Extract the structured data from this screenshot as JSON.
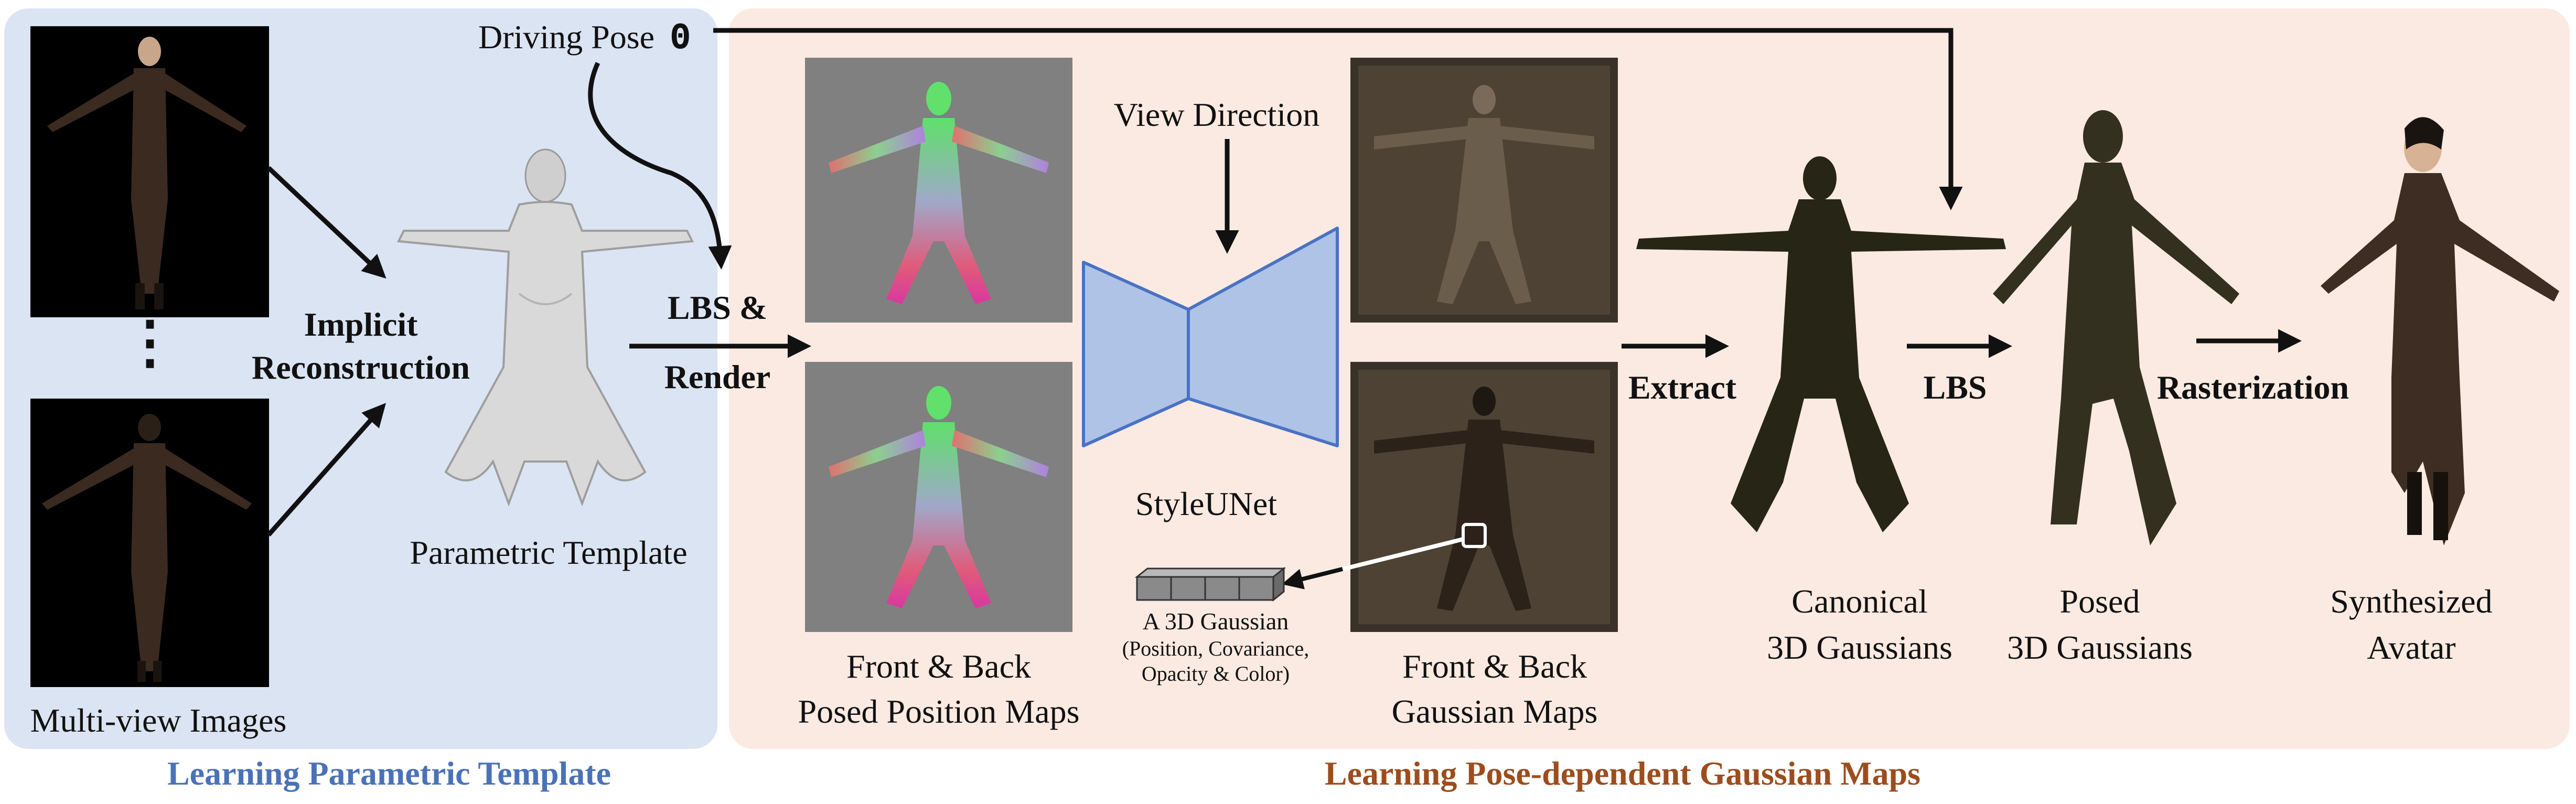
{
  "labels": {
    "driving_pose": "Driving Pose",
    "theta_symbol": "Θ",
    "implicit": "Implicit",
    "reconstruction": "Reconstruction",
    "parametric_template": "Parametric Template",
    "multiview_images": "Multi-view Images",
    "lbs_and": "LBS &",
    "render": "Render",
    "view_direction": "View Direction",
    "styleunet": "StyleUNet",
    "a_3d_gaussian": "A 3D Gaussian",
    "gaussian_attr_1": "(Position, Covariance,",
    "gaussian_attr_2": "Opacity & Color)",
    "front_back": "Front & Back",
    "posed_position_maps": "Posed Position Maps",
    "gaussian_maps": "Gaussian Maps",
    "extract": "Extract",
    "lbs": "LBS",
    "rasterization": "Rasterization",
    "canonical": "Canonical",
    "three_d_gaussians": "3D Gaussians",
    "posed": "Posed",
    "synthesized": "Synthesized",
    "avatar": "Avatar",
    "ellipsis": "⋮"
  },
  "sections": {
    "left_title": "Learning Parametric Template",
    "right_title": "Learning Pose-dependent Gaussian Maps"
  },
  "colors": {
    "left_panel_bg": "#dbe4f3",
    "right_panel_bg": "#fbeae1",
    "left_title": "#4a72b8",
    "right_title": "#9c4d1e",
    "unet_fill": "#aec3e6",
    "unet_stroke": "#4a72c4",
    "gray_map_bg": "#808080",
    "dark_map_bg": "#3a3228"
  }
}
